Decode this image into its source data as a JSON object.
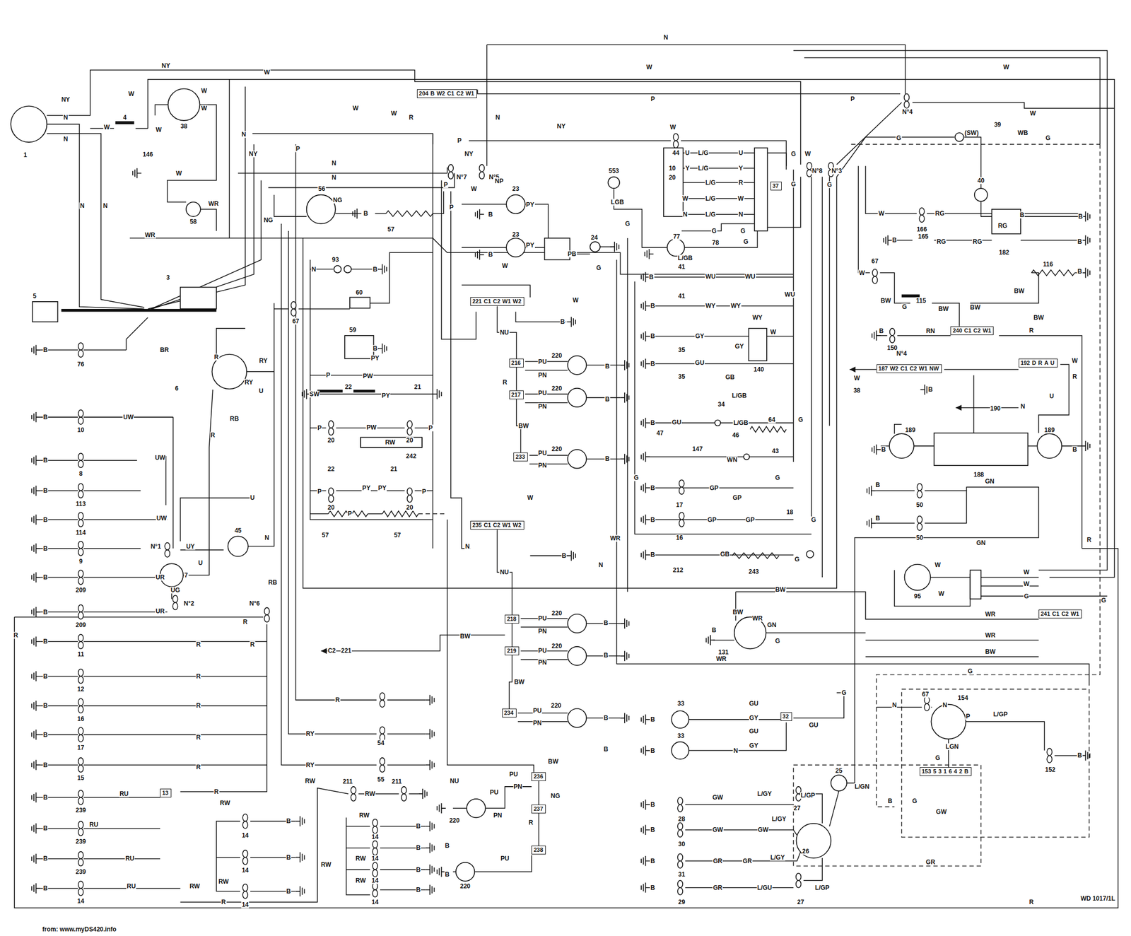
{
  "diagram": {
    "nodes": [
      {
        "text": [
          "204",
          "B",
          "W2",
          "C1",
          "C2",
          "W1"
        ]
      },
      {
        "text": [
          "221",
          "C1",
          "C2",
          "W1",
          "W2"
        ]
      },
      {
        "text": [
          "216"
        ]
      },
      {
        "text": [
          "217"
        ]
      },
      {
        "text": [
          "233"
        ]
      },
      {
        "text": [
          "235",
          "C1",
          "C2",
          "W1",
          "W2"
        ]
      },
      {
        "text": [
          "218"
        ]
      },
      {
        "text": [
          "219"
        ]
      },
      {
        "text": [
          "234"
        ]
      },
      {
        "text": [
          "236"
        ]
      },
      {
        "text": [
          "237"
        ]
      },
      {
        "text": [
          "238"
        ]
      },
      {
        "text": [
          "37"
        ]
      },
      {
        "text": [
          "240",
          "C1",
          "C2",
          "W1"
        ]
      },
      {
        "text": [
          "187",
          "W2",
          "C1",
          "C2",
          "W1",
          "NW"
        ]
      },
      {
        "text": [
          "192",
          "D",
          "R",
          "A",
          "U"
        ]
      },
      {
        "text": [
          "241",
          "C1",
          "C2",
          "W1"
        ]
      },
      {
        "text": [
          "153",
          "5",
          "3",
          "1",
          "6",
          "4",
          "2",
          "B"
        ]
      },
      {
        "text": [
          "32"
        ]
      },
      {
        "text": [
          "13"
        ]
      }
    ],
    "edges": [
      {
        "from": 1,
        "to": 2,
        "arrow": "none",
        "label": "NU"
      },
      {
        "from": 2,
        "to": 3,
        "arrow": "none"
      },
      {
        "from": 3,
        "to": 4,
        "arrow": "none",
        "label": "BW"
      },
      {
        "from": 5,
        "to": 6,
        "arrow": "none",
        "label": "NU"
      },
      {
        "from": 6,
        "to": 7,
        "arrow": "none"
      },
      {
        "from": 7,
        "to": 8,
        "arrow": "none",
        "label": "BW"
      },
      {
        "from": 9,
        "to": 10,
        "arrow": "none"
      },
      {
        "from": 10,
        "to": 11,
        "arrow": "none"
      }
    ],
    "labels": [
      "NY",
      "N",
      "N",
      "1",
      "NY",
      "W",
      "W",
      "W",
      "W",
      "38",
      "4",
      "W",
      "W",
      "146",
      "W",
      "N",
      "N",
      "58",
      "WR",
      "WR",
      "W",
      "W",
      "N",
      "NY",
      "P",
      "N",
      "N",
      "NG",
      "56",
      "NG",
      "B",
      "57",
      "P",
      "R",
      "P",
      "N",
      "NY",
      "NY",
      "N",
      "W",
      "W",
      "P",
      "P",
      "N°4",
      "W",
      "44",
      "W",
      "N°7",
      "N°5",
      "W",
      "P",
      "NP",
      "23",
      "PY",
      "23",
      "PY",
      "B",
      "B",
      "PB",
      "24",
      "W",
      "G",
      "553",
      "LGB",
      "77",
      "L/GB",
      "78",
      "G",
      "G",
      "U",
      "L/G",
      "U",
      "Y",
      "L/G",
      "Y",
      "L/G",
      "R",
      "W",
      "L/G",
      "W",
      "N",
      "L/G",
      "N",
      "G",
      "G",
      "10",
      "20",
      "N°8",
      "N°3",
      "G",
      "W",
      "G",
      "G",
      "(SW)",
      "39",
      "WB",
      "G",
      "G",
      "40",
      "B",
      "W",
      "166",
      "RG",
      "RG",
      "B",
      "B",
      "165",
      "RG",
      "RG",
      "182",
      "B",
      "W",
      "67",
      "116",
      "B",
      "BW",
      "BW",
      "G",
      "115",
      "BW",
      "BW",
      "BW",
      "RN",
      "B",
      "150",
      "R",
      "N°4",
      "W",
      "38",
      "B",
      "W",
      "R",
      "U",
      "N",
      "190",
      "189",
      "189",
      "188",
      "B",
      "B",
      "50",
      "50",
      "GN",
      "GN",
      "B",
      "B",
      "R",
      "95",
      "W",
      "W",
      "W",
      "G",
      "W",
      "WR",
      "WR",
      "BW",
      "G",
      "G",
      "R",
      "93",
      "N",
      "B",
      "67",
      "60",
      "59",
      "B",
      "P",
      "PW",
      "PY",
      "SW",
      "22",
      "PY",
      "21",
      "P",
      "20",
      "PW",
      "20",
      "P",
      "RW",
      "242",
      "22",
      "21",
      "PY",
      "PY",
      "P",
      "20",
      "20",
      "P",
      "P",
      "57",
      "57",
      "W",
      "B",
      "R",
      "PU",
      "PN",
      "220",
      "B",
      "PU",
      "PN",
      "220",
      "B",
      "PU",
      "PN",
      "220",
      "B",
      "B",
      "W",
      "N",
      "WR",
      "N",
      "PU",
      "PN",
      "220",
      "B",
      "PU",
      "PN",
      "220",
      "B",
      "BW",
      "PU",
      "PN",
      "220",
      "B",
      "B",
      "C2",
      "221",
      "NU",
      "BW",
      "PU",
      "PN",
      "NG",
      "PU",
      "220",
      "R",
      "B",
      "PU",
      "220",
      "B",
      "PN",
      "B",
      "41",
      "WU",
      "WU",
      "41",
      "WY",
      "WY",
      "WY",
      "WU",
      "35",
      "GY",
      "GY",
      "35",
      "GU",
      "GB",
      "140",
      "W",
      "34",
      "L/GB",
      "47",
      "GU",
      "46",
      "L/GB",
      "64",
      "G",
      "147",
      "WN",
      "43",
      "G",
      "17",
      "GP",
      "GP",
      "16",
      "GP",
      "GP",
      "18",
      "G",
      "212",
      "GB",
      "243",
      "G",
      "B",
      "B",
      "B",
      "B",
      "B",
      "B",
      "B",
      "G",
      "BW",
      "BW",
      "WR",
      "GN",
      "131",
      "B",
      "WR",
      "G",
      "33",
      "33",
      "GU",
      "GY",
      "GU",
      "GY",
      "G",
      "GU",
      "N",
      "N",
      "67",
      "N",
      "154",
      "P",
      "L/GP",
      "152",
      "LGN",
      "G",
      "G",
      "GW",
      "B",
      "25",
      "L/GN",
      "28",
      "GW",
      "L/GY",
      "L/GP",
      "27",
      "30",
      "GW",
      "GW",
      "L/GY",
      "31",
      "GR",
      "GR",
      "L/GY",
      "26",
      "29",
      "GR",
      "L/GU",
      "27",
      "L/GP",
      "GR",
      "R",
      "WD 1017/1L",
      "76",
      "BR",
      "UW",
      "UW",
      "UW",
      "UY",
      "U",
      "UR",
      "UR",
      "UG",
      "N°1",
      "N°2",
      "7",
      "45",
      "N",
      "U",
      "R",
      "RB",
      "RY",
      "RY",
      "R",
      "6",
      "U",
      "N°6",
      "RB",
      "R",
      "R",
      "R",
      "R",
      "R",
      "R",
      "R",
      "R",
      "RU",
      "RU",
      "RU",
      "RU",
      "RW",
      "R",
      "RW",
      "RW",
      "RW",
      "RW",
      "211",
      "RW",
      "211",
      "RW",
      "RW",
      "RW",
      "R",
      "RY",
      "54",
      "RY",
      "55",
      "3",
      "5",
      "from: www.myDS420.info",
      "10",
      "8",
      "113",
      "114",
      "9",
      "209",
      "209",
      "11",
      "12",
      "16",
      "17",
      "15",
      "239",
      "239",
      "239",
      "14",
      "B",
      "B",
      "B",
      "B",
      "B",
      "B",
      "B",
      "B",
      "B",
      "B",
      "B",
      "B",
      "B",
      "B",
      "B",
      "B",
      "B",
      "14",
      "14",
      "14",
      "14",
      "14",
      "14",
      "14",
      "B",
      "B",
      "B",
      "B",
      "B",
      "B",
      "B",
      "B",
      "B",
      "B",
      "B",
      "B",
      "B",
      "B"
    ]
  }
}
